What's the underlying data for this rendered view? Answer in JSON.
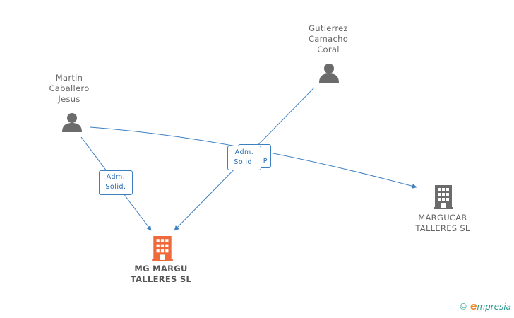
{
  "colors": {
    "edge": "#3d7fc1",
    "person_icon": "#6b6b6b",
    "company_icon": "#6b6b6b",
    "main_company_icon": "#ef6a3a"
  },
  "nodes": {
    "martin": {
      "label": "Martin\nCaballero\nJesus",
      "icon": "person-icon"
    },
    "gutierrez": {
      "label": "Gutierrez\nCamacho\nCoral",
      "icon": "person-icon"
    },
    "margucar": {
      "label": "MARGUCAR\nTALLERES SL",
      "icon": "building-icon"
    },
    "mg_margu": {
      "label": "MG MARGU\nTALLERES SL",
      "icon": "building-icon"
    }
  },
  "badges": {
    "martin_mg": "Adm.\nSolid.",
    "gutierrez_mg": "Adm.\nSolid.",
    "gutierrez_back": "P"
  },
  "brand": {
    "copyright": "©",
    "e": "e",
    "rest": "mpresia"
  }
}
